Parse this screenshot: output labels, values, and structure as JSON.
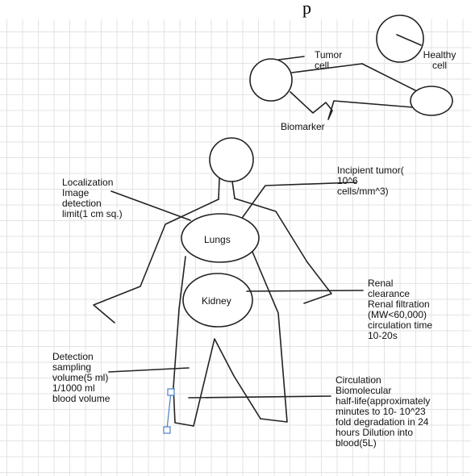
{
  "heading": "p",
  "labels": {
    "tumor_cell": "Tumor\ncell",
    "healthy_cell": "Healthy\ncell",
    "biomarker": "Biomarker",
    "localization": "Localization\nImage\ndetection\nlimit(1 cm sq.)",
    "incipient_tumor": "Incipient tumor(\n10^6\ncells/mm^3)",
    "lungs": "Lungs",
    "kidney": "Kidney",
    "renal": "Renal\nclearance\nRenal filtration\n(MW<60,000)\ncirculation time\n10-20s",
    "detection": "Detection\nsampling\nvolume(5 ml)\n1/1000 ml\nblood volume",
    "circulation": "Circulation\nBiomolecular\nhalf-life(approximately\nminutes to 10- 10^23\nfold degradation in 24\nhours Dilution into\nblood(5L)"
  },
  "colors": {
    "grid": "#e3e3e3",
    "ink": "#222222",
    "selection_handle": "#4a7fc1"
  }
}
